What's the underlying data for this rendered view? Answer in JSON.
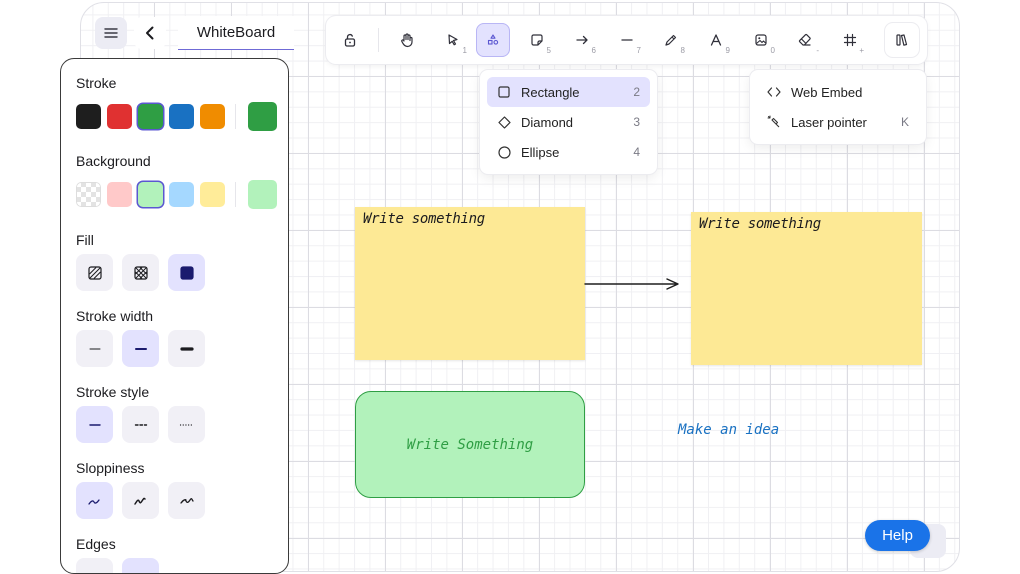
{
  "header": {
    "title": "WhiteBoard"
  },
  "toolbar": {
    "tools": [
      {
        "name": "lock",
        "key": ""
      },
      {
        "name": "hand",
        "key": ""
      },
      {
        "name": "selection",
        "key": "1"
      },
      {
        "name": "shapes",
        "key": ""
      },
      {
        "name": "sticky-note",
        "key": "5"
      },
      {
        "name": "arrow",
        "key": "6"
      },
      {
        "name": "line",
        "key": "7"
      },
      {
        "name": "draw",
        "key": "8"
      },
      {
        "name": "text",
        "key": "9"
      },
      {
        "name": "image",
        "key": "0"
      },
      {
        "name": "eraser",
        "key": "-"
      },
      {
        "name": "frame",
        "key": "+"
      },
      {
        "name": "library",
        "key": ""
      }
    ],
    "active_tool": "shapes"
  },
  "shapes_menu": {
    "items": [
      {
        "label": "Rectangle",
        "key": "2",
        "icon": "square-icon"
      },
      {
        "label": "Diamond",
        "key": "3",
        "icon": "diamond-icon"
      },
      {
        "label": "Ellipse",
        "key": "4",
        "icon": "circle-icon"
      }
    ],
    "selected": "Rectangle"
  },
  "extra_menu": {
    "items": [
      {
        "label": "Web Embed",
        "key": "",
        "icon": "code-icon"
      },
      {
        "label": "Laser pointer",
        "key": "K",
        "icon": "laser-icon"
      }
    ]
  },
  "panel": {
    "stroke_label": "Stroke",
    "stroke_colors": [
      "#1e1e1e",
      "#e03131",
      "#2f9e44",
      "#1971c2",
      "#f08c00"
    ],
    "stroke_current": "#2f9e44",
    "background_label": "Background",
    "background_colors": [
      "transparent",
      "#ffc9c9",
      "#b2f2bb",
      "#a5d8ff",
      "#ffec99"
    ],
    "background_current": "#b2f2bb",
    "fill_label": "Fill",
    "stroke_width_label": "Stroke width",
    "stroke_style_label": "Stroke style",
    "sloppiness_label": "Sloppiness",
    "edges_label": "Edges"
  },
  "canvas": {
    "sticky_1_text": "Write something",
    "sticky_2_text": "Write something",
    "green_box_text": "Write Something",
    "idea_text": "Make an idea",
    "sticky_color": "#fde995",
    "green_fill": "#b2f2bb",
    "green_stroke": "#2f9e44",
    "idea_color": "#1971c2"
  },
  "help": {
    "label": "Help"
  }
}
